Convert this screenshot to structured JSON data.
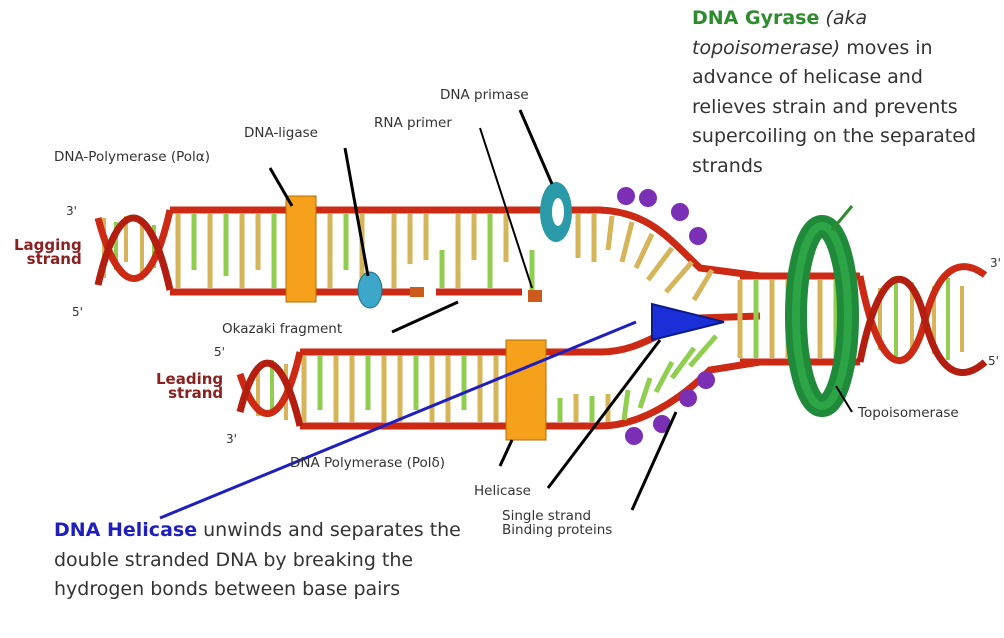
{
  "strand_labels": {
    "lagging_line1": "Lagging",
    "lagging_line2": "strand",
    "leading_line1": "Leading",
    "leading_line2": "strand"
  },
  "ends": {
    "lagging_top_3": "3'",
    "lagging_bottom_5": "5'",
    "leading_top_5": "5'",
    "leading_bottom_3": "3'",
    "right_top_3": "3'",
    "right_bottom_5": "5'"
  },
  "labels": {
    "dna_primase": "DNA primase",
    "dna_ligase": "DNA-ligase",
    "rna_primer": "RNA primer",
    "dna_polymerase_alpha": "DNA-Polymerase (Polα)",
    "okazaki_fragment": "Okazaki fragment",
    "dna_polymerase_delta": "DNA Polymerase (Polδ)",
    "helicase": "Helicase",
    "ssb_line1": "Single strand",
    "ssb_line2": "Binding proteins",
    "topoisomerase": "Topoisomerase"
  },
  "gyrase_note": {
    "term": "DNA Gyrase",
    "aka": "(aka topoisomerase)",
    "text": "moves in advance of helicase and relieves strain and prevents supercoiling on the separated strands"
  },
  "helicase_note": {
    "term": "DNA Helicase",
    "text": "unwinds and separates the double stranded DNA by breaking the hydrogen bonds between base pairs"
  },
  "colors": {
    "backbone": "#cc2a14",
    "base_tan": "#d6b45a",
    "base_green": "#8fce4f",
    "polymerase": "#f5a11c",
    "primase": "#2a9aa8",
    "ligase": "#3ca7c9",
    "helicase": "#1a2fd8",
    "topoisomerase": "#1f8a3a",
    "ssb": "#7b2fb5"
  }
}
